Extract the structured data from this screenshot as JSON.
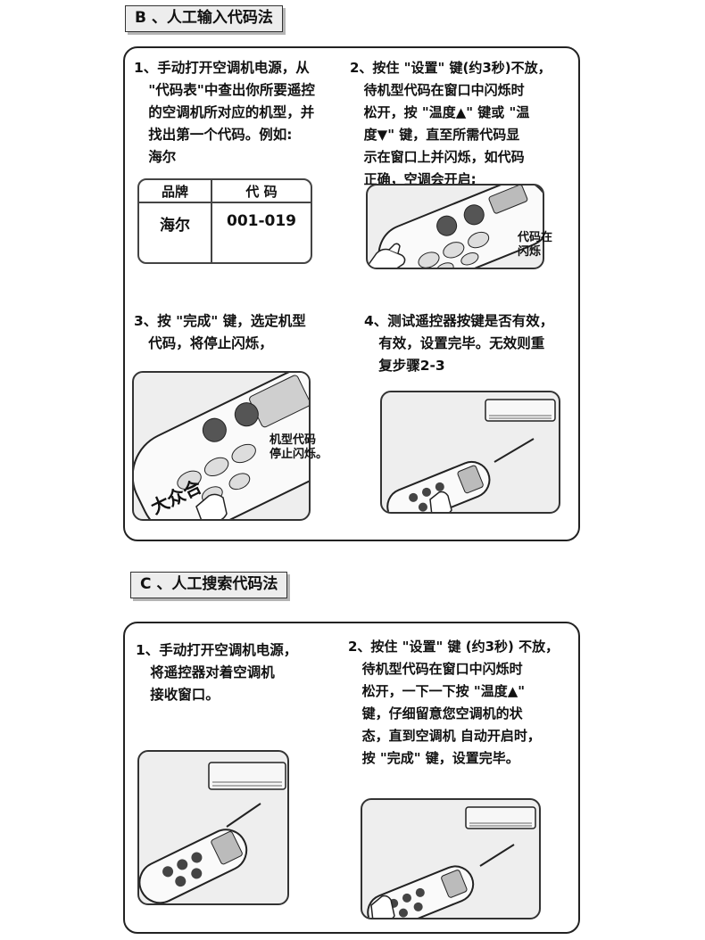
{
  "section_b": {
    "label": "B 、人工输入代码法",
    "step1": "1、手动打开空调机电源，从\n   \"代码表\"中查出你所要遥控\n   的空调机所对应的机型，并\n   找出第一个代码。例如:\n   海尔",
    "step2": "2、按住 \"设置\" 键(约3秒)不放，\n   待机型代码在窗口中闪烁时\n   松开，按 \"温度▲\" 键或 \"温\n   度▼\" 键，直至所需代码显\n   示在窗口上并闪烁，如代码\n   正确，空调会开启;",
    "step3": "3、按 \"完成\" 键，选定机型\n   代码，将停止闪烁，",
    "step4": "4、测试遥控器按键是否有效，\n   有效，设置完毕。无效则重\n   复步骤2-3",
    "table": {
      "headers": [
        "品牌",
        "代  码"
      ],
      "brand": "海尔",
      "code": "001-019"
    },
    "callout_flash": "代码在\n闪烁",
    "callout_stop": "机型代码\n停止闪烁。",
    "remote_brand": "大众合"
  },
  "section_c": {
    "label": "C 、人工搜索代码法",
    "step1": "1、手动打开空调机电源，\n   将遥控器对着空调机\n   接收窗口。",
    "step2": "2、按住 \"设置\" 键 (约3秒) 不放，\n   待机型代码在窗口中闪烁时\n   松开，一下一下按 \"温度▲\"\n   键，仔细留意您空调机的状\n   态，直到空调机 自动开启时，\n   按 \"完成\" 键，设置完毕。"
  },
  "icons": {
    "remote": "remote-control-icon",
    "ac_unit": "air-conditioner-icon",
    "hand": "pointing-hand-icon"
  }
}
